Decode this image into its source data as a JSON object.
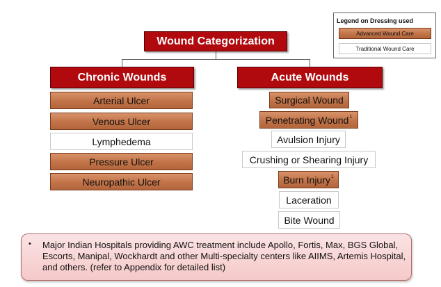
{
  "title": "Wound Categorization",
  "legend": {
    "title": "Legend on  Dressing used",
    "advanced": "Advanced Wound Care",
    "traditional": "Traditional  Wound Care"
  },
  "chronic": {
    "header": "Chronic Wounds",
    "items": [
      {
        "label": "Arterial Ulcer",
        "type": "advanced"
      },
      {
        "label": "Venous Ulcer",
        "type": "advanced"
      },
      {
        "label": "Lymphedema",
        "type": "traditional"
      },
      {
        "label": "Pressure Ulcer",
        "type": "advanced"
      },
      {
        "label": "Neuropathic Ulcer",
        "type": "advanced"
      }
    ]
  },
  "acute": {
    "header": "Acute Wounds",
    "items": [
      {
        "label": "Surgical Wound",
        "type": "advanced"
      },
      {
        "label": "Penetrating Wound",
        "sup": "1",
        "type": "advanced"
      },
      {
        "label": "Avulsion Injury",
        "type": "traditional"
      },
      {
        "label": "Crushing or Shearing Injury",
        "type": "traditional"
      },
      {
        "label": "Burn Injury",
        "sup": "1",
        "type": "advanced"
      },
      {
        "label": "Laceration",
        "type": "traditional"
      },
      {
        "label": "Bite Wound",
        "type": "traditional"
      }
    ]
  },
  "note": {
    "bullet": "•",
    "text": "Major Indian Hospitals providing AWC treatment include Apollo, Fortis, Max, BGS Global, Escorts, Manipal, Wockhardt and other Multi-specialty centers like AIIMS, Artemis Hospital, and others. (refer to Appendix for detailed list)"
  },
  "colors": {
    "header_red": "#b00a0f",
    "advanced_fill": "#c27348",
    "traditional_fill": "#ffffff"
  }
}
